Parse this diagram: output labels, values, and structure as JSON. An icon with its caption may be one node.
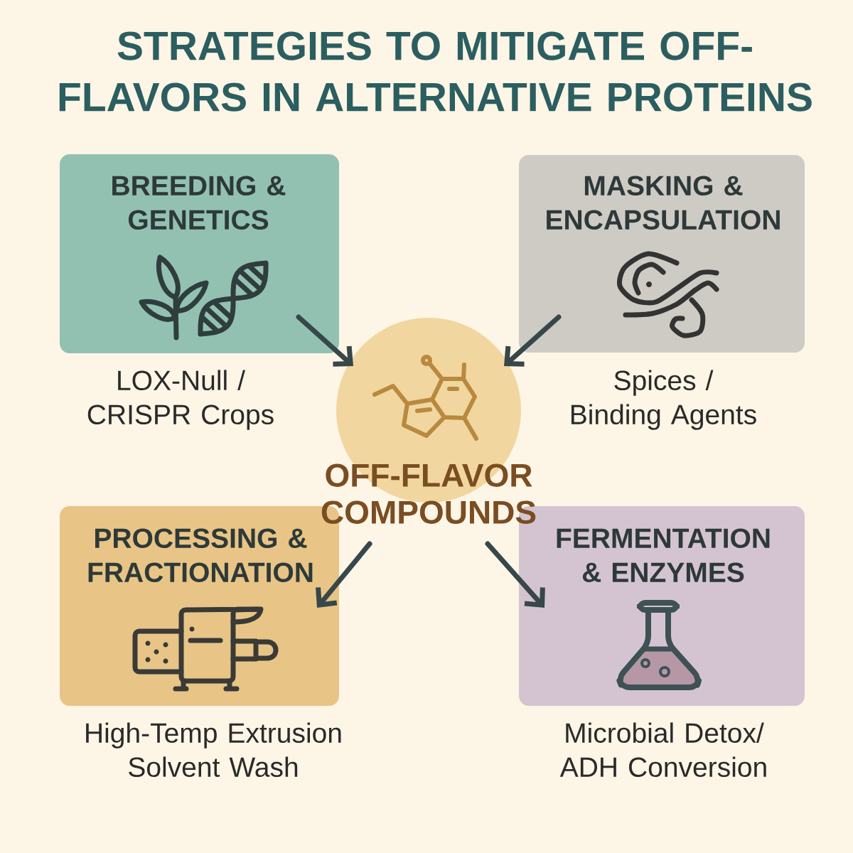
{
  "diagram": {
    "title": "STRATEGIES TO MITIGATE OFF-FLAVORS IN ALTERNATIVE PROTEINS",
    "nodes": [
      {
        "text": [
          "BREEDING & GENETICS"
        ],
        "beside": [
          "LOX-Null / CRISPR Crops"
        ]
      },
      {
        "text": [
          "MASKING & ENCAPSULATION"
        ],
        "beside": [
          "Spices / Binding Agents"
        ]
      },
      {
        "text": [
          "OFF-FLAVOR COMPOUNDS"
        ]
      },
      {
        "text": [
          "PROCESSING & FRACTIONATION"
        ],
        "beside": [
          "High-Temp Extrusion Solvent Wash"
        ]
      },
      {
        "text": [
          "FERMENTATION & ENZYMES"
        ],
        "beside": [
          "Microbial Detox/ ADH Conversion"
        ]
      }
    ],
    "edges": [
      {
        "from": 0,
        "to": 2,
        "arrow": "to"
      },
      {
        "from": 1,
        "to": 2,
        "arrow": "to"
      },
      {
        "from": 2,
        "to": 3,
        "arrow": "to"
      },
      {
        "from": 2,
        "to": 4,
        "arrow": "to"
      }
    ]
  }
}
